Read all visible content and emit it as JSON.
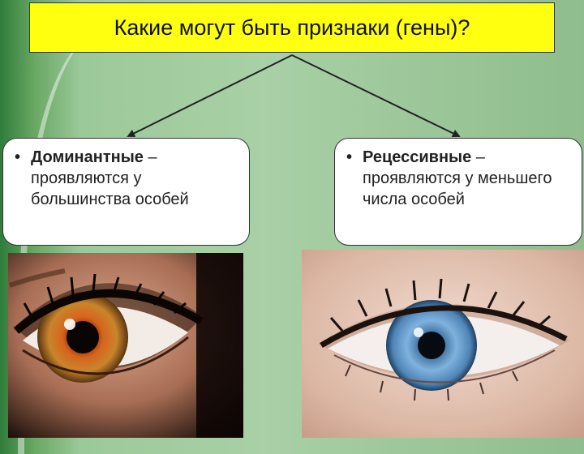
{
  "title": "Какие могут быть признаки (гены)?",
  "left_card": {
    "bullet": "•",
    "term": "Доминантные",
    "dash": " –",
    "description": "проявляются у большинства особей"
  },
  "right_card": {
    "bullet": "•",
    "term": "Рецессивные",
    "dash": " –",
    "description": "проявляются у меньшего числа особей"
  },
  "images": {
    "left": "brown-eye-photo",
    "right": "blue-eye-photo"
  },
  "colors": {
    "title_bg": "#ffff10",
    "card_bg": "#ffffff",
    "background_green": "#a9d0a6"
  }
}
